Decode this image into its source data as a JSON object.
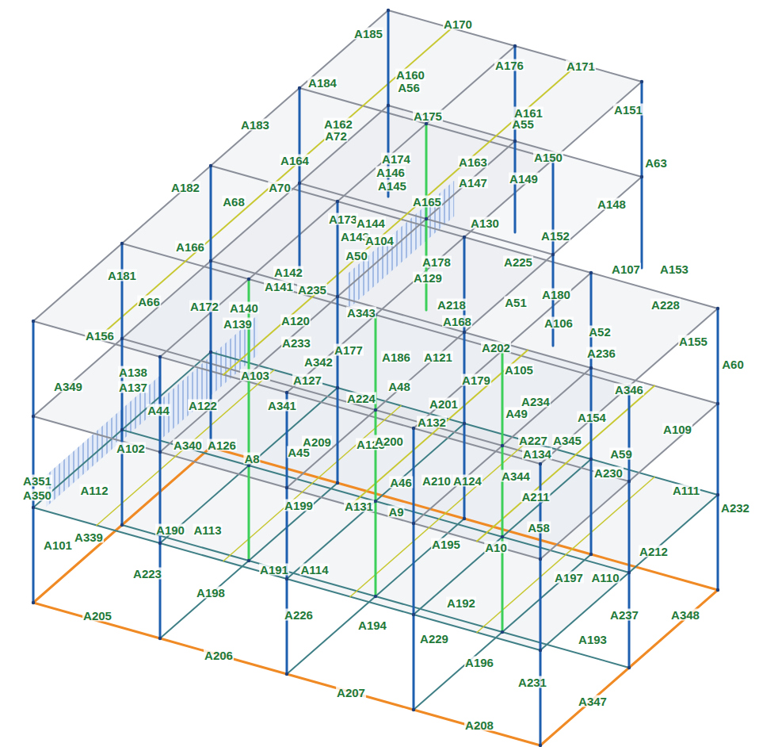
{
  "diagram": {
    "labels": [
      "A185",
      "A170",
      "A160",
      "A56",
      "A176",
      "A171",
      "A184",
      "A151",
      "A161",
      "A55",
      "A183",
      "A162",
      "A72",
      "A175",
      "A63",
      "A150",
      "A164",
      "A70",
      "A174",
      "A146",
      "A145",
      "A163",
      "A147",
      "A149",
      "A165",
      "A182",
      "A68",
      "A173",
      "A144",
      "A143",
      "A148",
      "A130",
      "A152",
      "A104",
      "A50",
      "A166",
      "A181",
      "A142",
      "A178",
      "A225",
      "A107",
      "A153",
      "A129",
      "A141",
      "A235",
      "A218",
      "A51",
      "A180",
      "A172",
      "A140",
      "A66",
      "A228",
      "A343",
      "A120",
      "A168",
      "A106",
      "A156",
      "A139",
      "A233",
      "A155",
      "A60",
      "A236",
      "A177",
      "A186",
      "A121",
      "A202",
      "A342",
      "A138",
      "A137",
      "A103",
      "A127",
      "A48",
      "A179",
      "A346",
      "A224",
      "A122",
      "A201",
      "A49",
      "A234",
      "A154",
      "A341",
      "A44",
      "A349",
      "A109",
      "A132",
      "A209",
      "A123",
      "A200",
      "A227",
      "A345",
      "A134",
      "A102",
      "A340",
      "A126",
      "A8",
      "A45",
      "A59",
      "A230",
      "A344",
      "A351",
      "A350",
      "A112",
      "A210",
      "A124",
      "A46",
      "A111",
      "A232",
      "A199",
      "A131",
      "A190",
      "A113",
      "A211",
      "A101",
      "A339",
      "A9",
      "A212",
      "A58",
      "A195",
      "A10",
      "A223",
      "A191",
      "A114",
      "A197",
      "A110",
      "A198",
      "A192",
      "A226",
      "A237",
      "A194",
      "A348",
      "A205",
      "A229",
      "A193",
      "A196",
      "A206",
      "A207",
      "A231",
      "A347",
      "A208",
      "A105",
      "A52"
    ]
  }
}
